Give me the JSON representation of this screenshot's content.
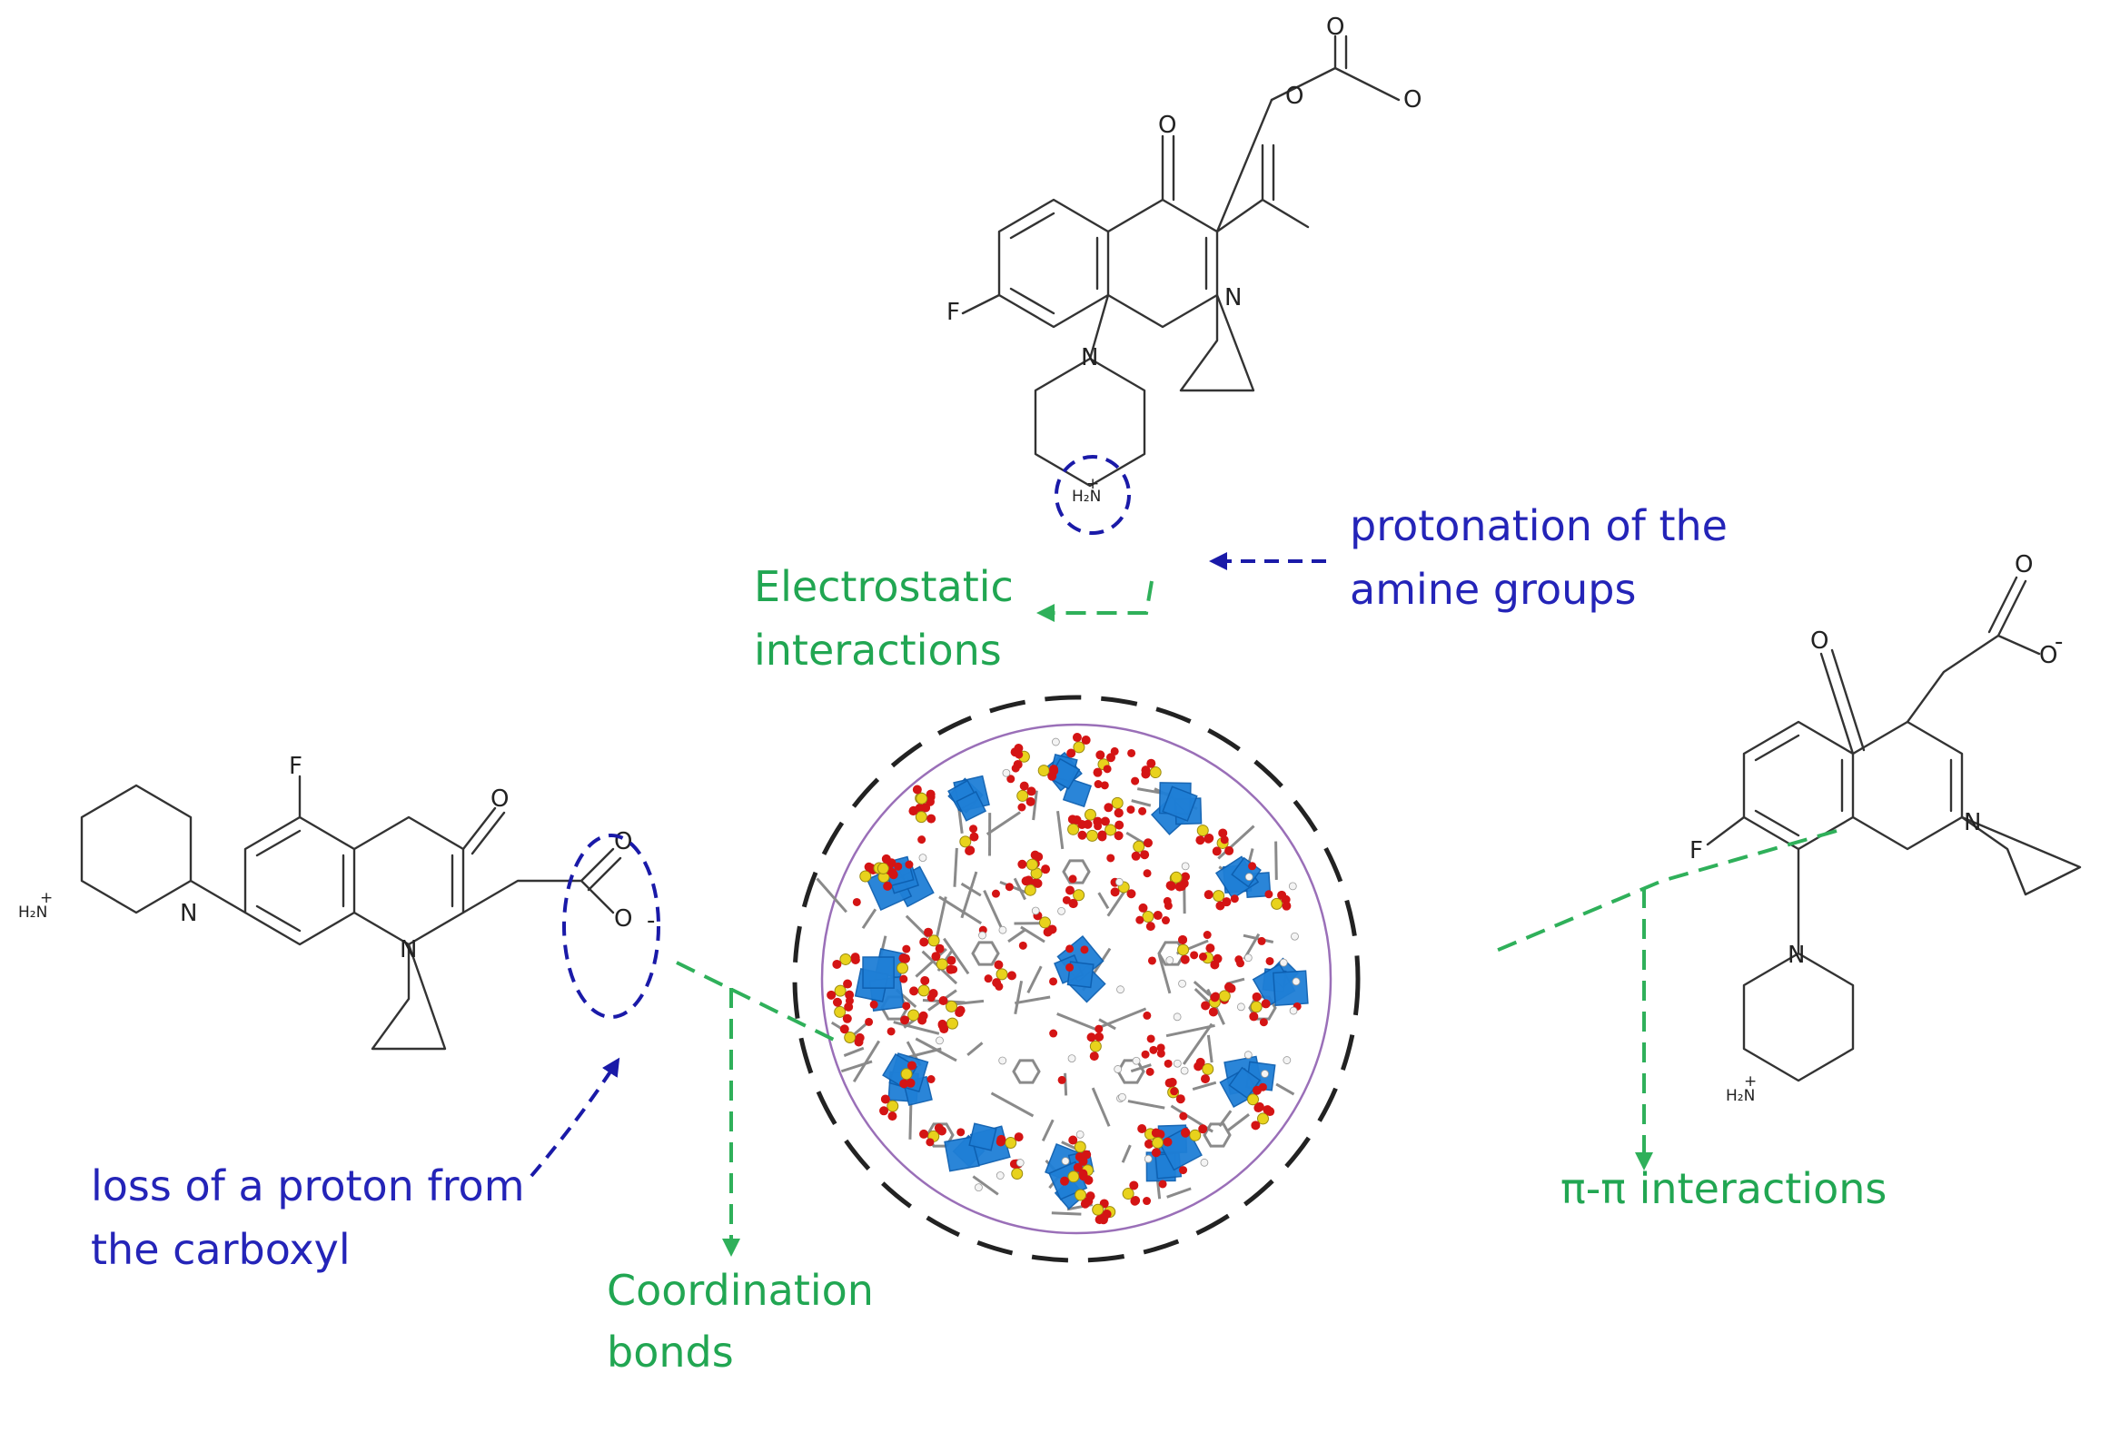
{
  "annotations": {
    "protonation_line1": "protonation of the",
    "protonation_line2": "amine groups",
    "electrostatic_line1": "Electrostatic",
    "electrostatic_line2": "interactions",
    "loss_line1": "loss of a proton from",
    "loss_line2": "the carboxyl",
    "coordination_line1": "Coordination",
    "coordination_line2": "bonds",
    "pi_pi": "π-π interactions"
  },
  "atom_labels": {
    "fluorine": "F",
    "nitrogen": "N",
    "oxygen": "O",
    "charge": "-",
    "ammonium": "H₂N",
    "plus": "+"
  },
  "colors": {
    "annotation_blue": "#2424b8",
    "annotation_green": "#21a652",
    "framework_polyhedra": "#1f7fd6",
    "oxygen_atoms": "#d41414",
    "sulfur_atoms": "#e8d21c",
    "carbon_bonds": "#8a8a8a",
    "inner_ring": "#9a6fb8",
    "outer_dashed_ring": "#222222"
  },
  "icons": {
    "framework": "metal-organic-framework-structure-icon",
    "molecule": "ciprofloxacin-molecule-icon"
  }
}
